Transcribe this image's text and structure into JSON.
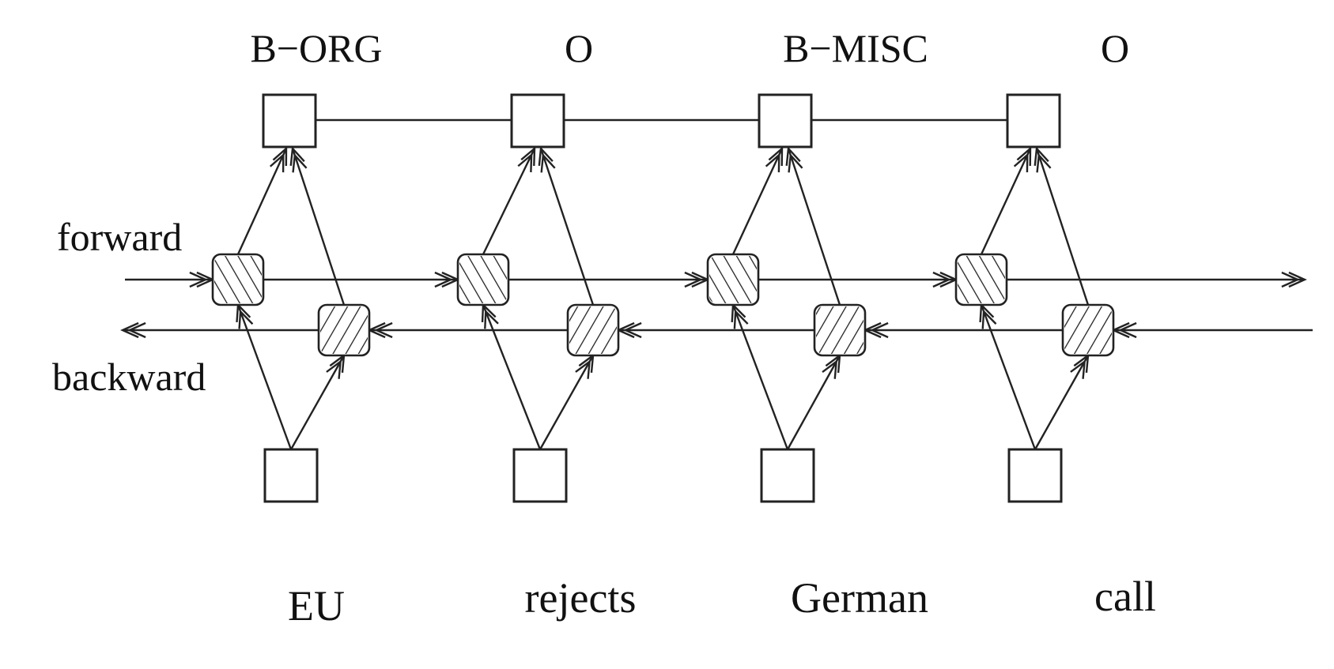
{
  "labels": {
    "forward": "forward",
    "backward": "backward"
  },
  "columns": [
    {
      "tag": "B−ORG",
      "word": "EU"
    },
    {
      "tag": "O",
      "word": "rejects"
    },
    {
      "tag": "B−MISC",
      "word": "German"
    },
    {
      "tag": "O",
      "word": "call"
    }
  ]
}
